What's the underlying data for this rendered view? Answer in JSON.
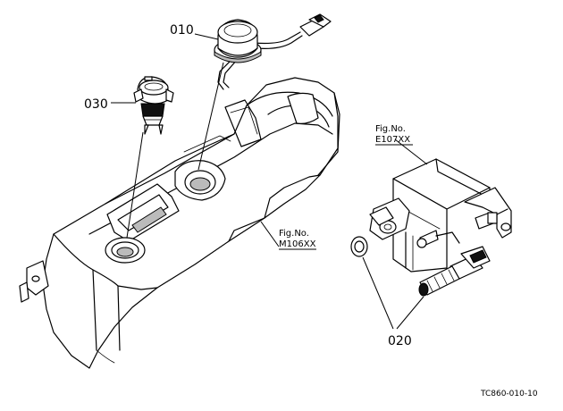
{
  "callouts": {
    "part_010": "010",
    "part_020": "020",
    "part_030": "030"
  },
  "fig_refs": {
    "upper_label": "Fig.No.",
    "upper_number": "E107XX",
    "lower_label": "Fig.No.",
    "lower_number": "M106XX"
  },
  "drawing_id": "TC860-010-10"
}
